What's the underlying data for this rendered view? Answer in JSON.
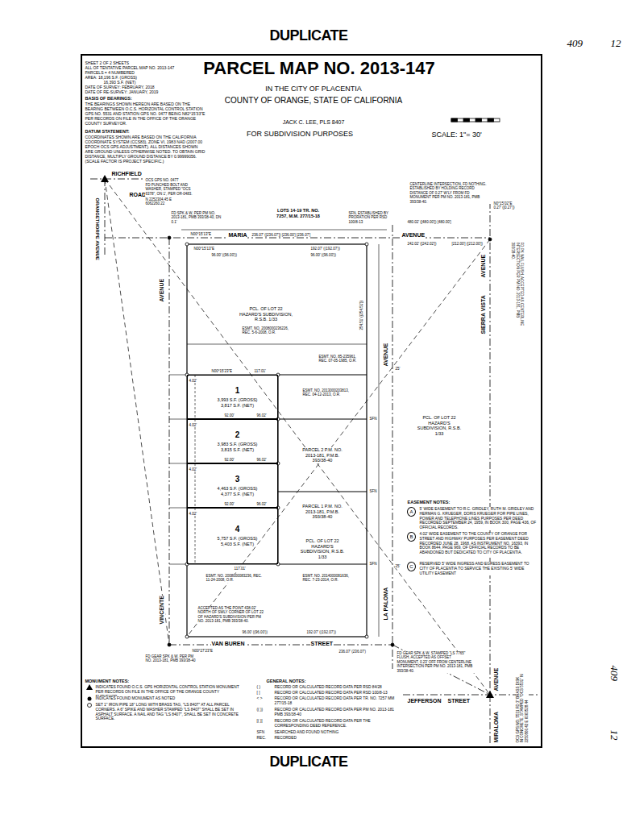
{
  "diagram": {
    "title": "PARCEL MAP NO. 2013-147",
    "nodes": [
      {
        "text": [
          "1",
          "3,993 S.F. (GROSS)",
          "3,817 S.F. (NET)"
        ]
      },
      {
        "text": [
          "2",
          "3,983 S.F. (GROSS)",
          "3,815 S.F. (NET)"
        ]
      },
      {
        "text": [
          "3",
          "4,463 S.F. (GROSS)",
          "4,377 S.F. (NET)"
        ]
      },
      {
        "text": [
          "4",
          "5,757 S.F. (GROSS)",
          "5,403 S.F. (NET)"
        ]
      },
      {
        "text": [
          "A"
        ]
      },
      {
        "text": [
          "B"
        ]
      },
      {
        "text": [
          "C"
        ]
      }
    ],
    "labels": [
      "DUPLICATE",
      "409",
      "12",
      "SHEET 2 OF 2 SHEETS",
      "ALL OF TENTATIVE PARCEL MAP NO. 2013-147",
      "PARCELS = 4 NUMBERED",
      "AREA: 18,196 S.F. (GROSS)",
      "16,393 S.F. (NET)",
      "DATE OF SURVEY: FEBRUARY, 2018",
      "DATE OF RE-SURVEY: JANUARY, 2019",
      "BASIS OF BEARINGS:",
      "THE BEARINGS SHOWN HEREON ARE BASED ON THE BEARING BETWEEN O.C.S. HORIZONTAL CONTROL STATION GPS NO. 5531 AND STATION GPS NO. 0477 BEING N82°15'33\"E PER RECORDS ON FILE IN THE OFFICE OF THE ORANGE COUNTY SURVEYOR.",
      "DATUM STATEMENT:",
      "COORDINATES SHOWN ARE BASED ON THE CALIFORNIA COORDINATE SYSTEM (CCS83), ZONE VI, 1983 NAD (2007.00 EPOCH OCS GPS ADJUSTMENT). ALL DISTANCES SHOWN ARE GROUND UNLESS OTHERWISE NOTED. TO OBTAIN GRID DISTANCE, MULTIPLY GROUND DISTANCE BY 0.99999056. (SCALE FACTOR IS PROJECT SPECIFIC.)",
      "IN THE CITY OF PLACENTIA",
      "COUNTY OF ORANGE, STATE OF CALIFORNIA",
      "JACK C. LEE, PLS 8407",
      "FOR SUBDIVISION PURPOSES",
      "SCALE: 1\"= 30'",
      "RICHFIELD",
      "ROAD",
      "OCS GPS NO. 0477",
      "FD PUNCHED BOLT AND WASHER, STAMPED \"OCS 6378\", ON 1', PER OR-0483.",
      "N 2252304.45 E 6062260.22",
      "ORANGETHORPE AVENUE",
      "MARIA",
      "AVENUE",
      "N00°15'13\"E",
      "236.07' ([236.07']) [236.00'] [236.07']",
      "LOTS 14-19 TR. NO. 7257, M.M. 277/15-18",
      "FD SPK & W, PER PM NO. 2013-181, PMB 393/38-40, DN 0.1'",
      "SFN, ESTABLISHED BY PRORATION PER RSD 100/8-13",
      "CENTERLINE INTERSECTION, FD NOTHING. ESTABLISHED BY HOLDING RECORD DISTANCE OF 0.27' W'LY FROM FD MONUMENT PER PM NO. 2013-181, PMB 393/38-40.",
      "N0°15'02\"E 0.27' ([0.27'])",
      "480.02' ([480.00']) [480.00']",
      "242.02' ([242.02'])",
      "[212.00'] ([212.00'])",
      "FD PK NAIL FLUSH, ACCEPTED AS CENTERLINE INTERSECTION PER PM NO. 2013-181, PMB 393/38-40.",
      "SIERRA VISTA",
      "AVENUE",
      "AVENUE",
      "VINCENTE",
      "AVENUE",
      "LA PALOMA",
      "VAN BUREN",
      "STREET",
      "N00°27'23\"E",
      "236.07' (236.07')",
      "FD GEAR SPK & W, PER PM NO. 2013-181, PMB 393/38-40",
      "FD GEAR SPK & W. STAMPED \"LS 7765\" FLUSH, ACCEPTED AS OFFSET MONUMENT, 0.23' OFF FROM CENTERLINE INTERSECTION PER PM NO. 2013-181, PMB 393/38-40.",
      "JEFFERSON",
      "STREET",
      "AVENUE",
      "MIRALOMA",
      "OCS GPS NO. 5531 FD 3\" BRASS DISK IN CONCRETE, STAMPED \"OCS 5531\" N 2250866.42 E 6063528.44",
      "PCL. OF LOT 22 HAZARD'S SUBDIVISION, R.S.B. 1/33",
      "PCL. OF LOT 22 HAZARD'S SUBDIVISION, R.S.B. 1/33",
      "PCL. OF LOT 22 HAZARD'S SUBDIVISION, R.S.B. 1/33",
      "PARCEL 2 P.M. NO. 2013-181, P.M.B. 393/38-40",
      "PARCEL 1 P.M. NO. 2013-181, P.M.B. 393/38-40",
      "ESMT. NO. 2008000236226, REC. 5-6-2008, O.R.",
      "ESMT. NO. 85-235961, REC. 07-05-1985, O.R.",
      "ESMT. NO. 2013000203813, REC. 04-12-2013, O.R.",
      "ESMT. NO. 2014000081636, REC. 7-23-2014, O.R.",
      "ESMT. NO. 2008000083236, REC. 11-24-2008, O.R.",
      "ACCEPTED AS THE POINT 438.02' NORTH OF SWLY CORNER OF LOT 22 OF HAZARD'S SUBDIVISION PER PM NO. 2013-181, PMB 393/38-40.",
      "N00°15'13\"E",
      "96.00' ((96.00'))",
      "192.07' ((192.07'))",
      "96.00' ((96.00'))",
      "254.51' ((254.51'))",
      "N00°15'23\"E",
      "117.01'",
      "92.00'",
      "96.02'",
      "92.00'",
      "96.02'",
      "92.00'",
      "96.02'",
      "117.01'",
      "4.02'",
      "4.02'",
      "4.02'",
      "4.02'",
      "SFN",
      "SFN",
      "SFN",
      "25'",
      "25'",
      "96.00' ((96.00'))",
      "192.07' ((192.07'))",
      "EASEMENT NOTES:",
      "5' WIDE EASEMENT TO R.C. GRIDLEY, RUTH M. GRIDLEY AND HERMAN G. KRUEGER, DORIS KRUEGER FOR PIPE LINES, POWER AND TELEPHONE LINES PURPOSES PER DEED RECORDED SEPTEMBER 24, 1959, IN BOOK 300, PAGE 436, OF OFFICIAL RECORDS.",
      "4.02' WIDE EASEMENT TO THE COUNTY OF ORANGE FOR STREET AND HIGHWAY PURPOSES PER EASEMENT DEED RECORDED JUNE 28, 1968, AS INSTRUMENT NO. 16393, IN BOOK 8644, PAGE 969, OF OFFICIAL RECORDS TO BE ABANDONED BUT DEDICATED TO CITY OF PLACENTIA.",
      "RESERVED 5' WIDE INGRESS AND EGRESS EASEMENT TO CITY OF PLACENTIA TO SERVICE THE EXISTING 5' WIDE UTILITY EASEMENT",
      "MONUMENT NOTES:",
      "INDICATES FOUND O.C.S. GPS HORIZONTAL CONTROL STATION MONUMENT PER RECORDS ON FILE IN THE OFFICE OF THE ORANGE COUNTY SURVEYOR.",
      "INDICATES FOUND MONUMENT AS NOTED",
      "SET 1\" IRON PIPE 18\" LONG WITH BRASS TAG, \"LS 8407\" AT ALL PARCEL CORNERS. A 6\" SPIKE AND WASHER STAMPED \"LS 8407\" SHALL BE SET IN ASPHALT SURFACE. A NAIL AND TAG \"LS 8407\", SHALL BE SET IN CONCRETE SURFACE.",
      "GENERAL NOTES:",
      "( )",
      "RECORD OR CALCULATED RECORD DATA PER RSD 84/28",
      "[ ]",
      "RECORD OR CALCULATED RECORD DATA PER RSD 100/8-13",
      "< >",
      "RECORD OR CALCULATED RECORD DATA PER TR. NO. 7257 MM 277/15-18",
      "(( ))",
      "RECORD OR CALCULATED RECORD DATA PER PM NO. 2013-181 PMB 393/38-40",
      "[( )]",
      "RECORD OR CALCULATED RECORD DATA PER THE CORRESPONDING DEED REFERENCE.",
      "SFN",
      "SEARCHED AND FOUND NOTHING",
      "REC.",
      "RECORDED",
      "DUPLICATE",
      "409",
      "12"
    ]
  }
}
